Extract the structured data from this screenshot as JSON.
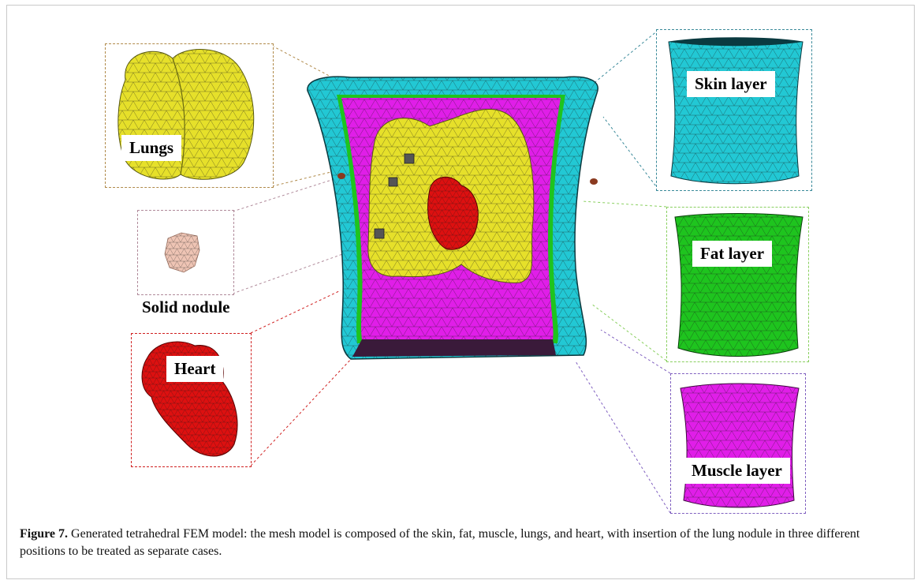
{
  "labels": {
    "lungs": "Lungs",
    "solid_nodule": "Solid nodule",
    "heart": "Heart",
    "skin": "Skin layer",
    "fat": "Fat layer",
    "muscle": "Muscle layer"
  },
  "caption": {
    "figure_label": "Figure 7.",
    "text": " Generated tetrahedral FEM model: the mesh model is composed of the skin, fat, muscle, lungs, and heart, with insertion of the lung nodule in three different positions to be treated as separate cases."
  },
  "colors": {
    "skin": "#22c8d4",
    "fat": "#1ec41e",
    "muscle": "#e01ee8",
    "lungs": "#e6e02a",
    "heart": "#dd1010",
    "nodule": "#eec4b4",
    "lungs_box": "#b08a4a",
    "nodule_box": "#b08a9a",
    "heart_box": "#d02020",
    "skin_box": "#3a8a9a",
    "fat_box": "#8ad060",
    "muscle_box": "#8060c0"
  }
}
